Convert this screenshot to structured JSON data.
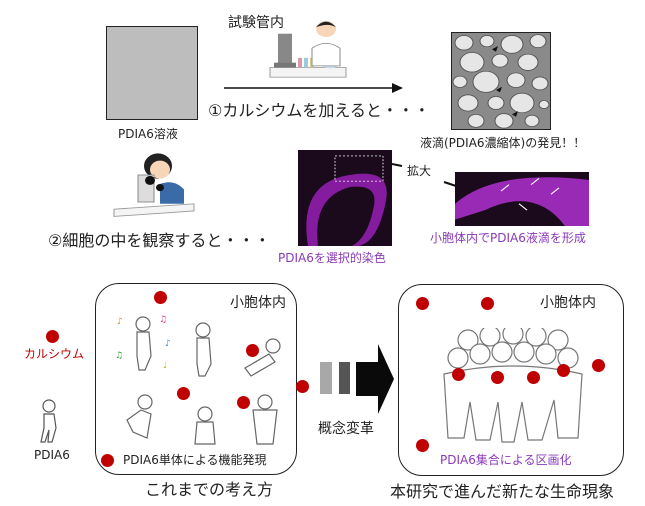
{
  "section1": {
    "solution_label": "PDIA6溶液",
    "in_vitro_label": "試験管内",
    "step1_text": "①カルシウムを加えると・・・",
    "result_label": "液滴(PDIA6濃縮体)の発見！！"
  },
  "section2": {
    "step2_text": "②細胞の中を観察すると・・・",
    "stain_label": "PDIA6を選択的染色",
    "zoom_label": "拡大",
    "zoom_result_label": "小胞体内でPDIA6液滴を形成"
  },
  "legend": {
    "calcium_label": "カルシウム",
    "pdia6_label": "PDIA6"
  },
  "left_panel": {
    "location": "小胞体内",
    "caption": "PDIA6単体による機能発現",
    "title": "これまでの考え方"
  },
  "transition_label": "概念変革",
  "right_panel": {
    "location": "小胞体内",
    "caption": "PDIA6集合による区画化",
    "title": "本研究で進んだ新たな生命現象"
  },
  "colors": {
    "calcium": "#c00000",
    "accent": "#8a3ab9",
    "stain": "#b020d0"
  }
}
